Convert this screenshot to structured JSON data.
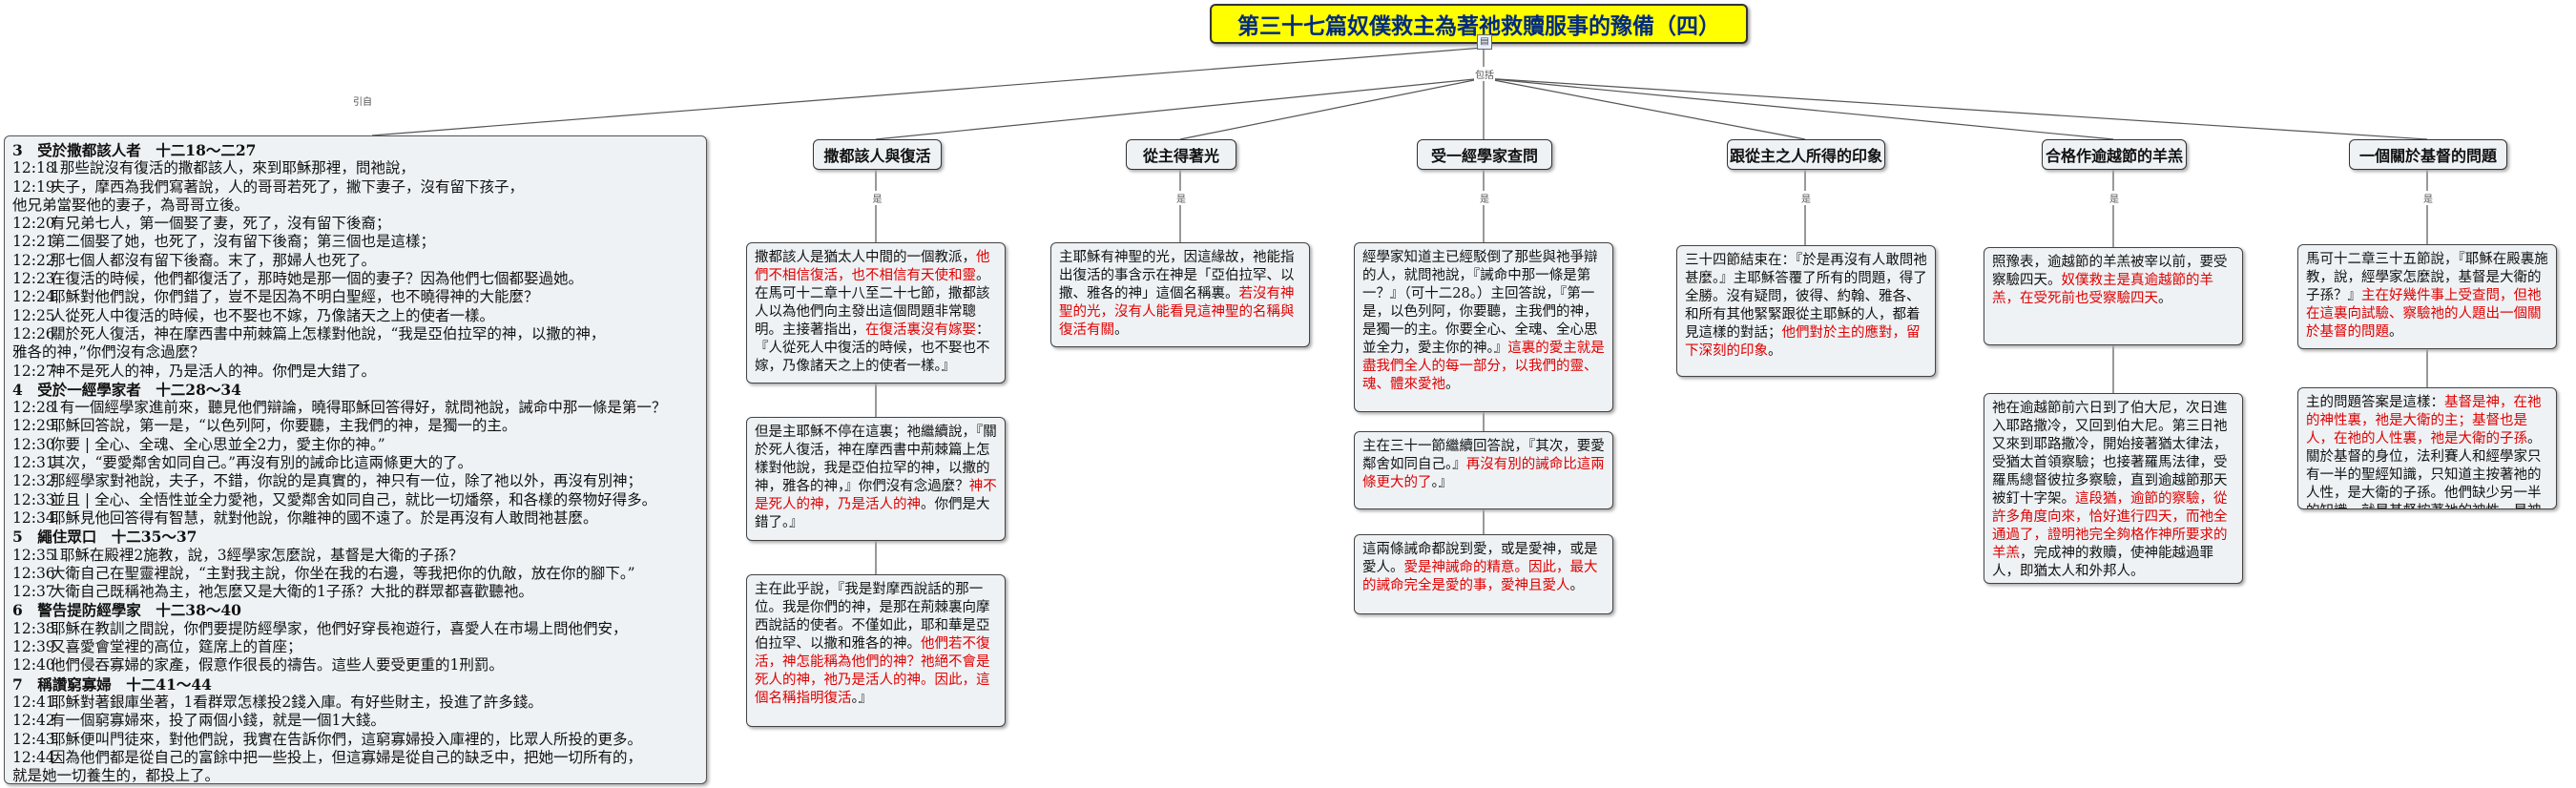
{
  "title": "第三十七篇奴僕救主為著祂救贖服事的豫備（四）",
  "root_icon": "note-icon",
  "tags": {
    "left": "引自",
    "center": "包括",
    "topic": "是"
  },
  "left_box": {
    "lines": [
      {
        "h": "3　受於撒都該人者　十二18～二27"
      },
      {
        "r": "12:18",
        "t": "1那些說沒有復活的撒都該人，來到耶穌那裡，問祂說，"
      },
      {
        "r": "12:19",
        "t": "夫子，摩西為我們寫著說，人的哥哥若死了，撇下妻子，沒有留下孩子，"
      },
      {
        "t": "他兄弟當娶他的妻子，為哥哥立後。"
      },
      {
        "r": "12:20",
        "t": "有兄弟七人，第一個娶了妻，死了，沒有留下後裔；"
      },
      {
        "r": "12:21",
        "t": "第二個娶了她，也死了，沒有留下後裔；第三個也是這樣；"
      },
      {
        "r": "12:22",
        "t": "那七個人都沒有留下後裔。末了，那婦人也死了。"
      },
      {
        "r": "12:23",
        "t": "在復活的時候，他們都復活了，那時她是那一個的妻子？因為他們七個都娶過她。"
      },
      {
        "r": "12:24",
        "t": "耶穌對他們說，你們錯了，豈不是因為不明白聖經，也不曉得神的大能麼？"
      },
      {
        "r": "12:25",
        "t": "人從死人中復活的時候，也不娶也不嫁，乃像諸天之上的使者一樣。"
      },
      {
        "r": "12:26",
        "t": "關於死人復活，神在摩西書中荊棘篇上怎樣對他說，“我是亞伯拉罕的神，以撒的神，"
      },
      {
        "t": "雅各的神，”你們沒有念過麼？"
      },
      {
        "r": "12:27",
        "t": "神不是死人的神，乃是活人的神。你們是大錯了。"
      },
      {
        "h": "4　受於一經學家者　十二28～34"
      },
      {
        "r": "12:28",
        "t": "1有一個經學家進前來，聽見他們辯論，曉得耶穌回答得好，就問祂說，誡命中那一條是第一？"
      },
      {
        "r": "12:29",
        "t": "耶穌回答說，第一是，“以色列阿，你要聽，主我們的神，是獨一的主。"
      },
      {
        "r": "12:30",
        "t": "你要 | 全心、全魂、全心思並全2力，愛主你的神。”"
      },
      {
        "r": "12:31",
        "t": "其次，“要愛鄰舍如同自己。”再沒有別的誡命比這兩條更大的了。"
      },
      {
        "r": "12:32",
        "t": "那經學家對祂說，夫子，不錯，你說的是真實的，神只有一位，除了祂以外，再沒有別神；"
      },
      {
        "r": "12:33",
        "t": "並且 | 全心、全悟性並全力愛祂，又愛鄰舍如同自己，就比一切燔祭，和各樣的祭物好得多。"
      },
      {
        "r": "12:34",
        "t": "耶穌見他回答得有智慧，就對他說，你離神的國不遠了。於是再沒有人敢問祂甚麼。"
      },
      {
        "h": "5　繩住眾口　十二35～37"
      },
      {
        "r": "12:35",
        "t": "1耶穌在殿裡2施教，說，3經學家怎麼說，基督是大衛的子孫？"
      },
      {
        "r": "12:36",
        "t": "大衛自己在聖靈裡說，“主對我主說，你坐在我的右邊，等我把你的仇敵，放在你的腳下。”"
      },
      {
        "r": "12:37",
        "t": "大衛自己既稱祂為主，祂怎麼又是大衛的1子孫？大批的群眾都喜歡聽祂。"
      },
      {
        "h": "6　警告提防經學家　十二38～40"
      },
      {
        "r": "12:38",
        "t": "耶穌在教訓之間說，你們要提防經學家，他們好穿長袍遊行，喜愛人在市場上問他們安，"
      },
      {
        "r": "12:39",
        "t": "又喜愛會堂裡的高位，筵席上的首座；"
      },
      {
        "r": "12:40",
        "t": "他們侵吞寡婦的家產，假意作很長的禱告。這些人要受更重的1刑罰。"
      },
      {
        "h": "7　稱讚窮寡婦　十二41～44"
      },
      {
        "r": "12:41",
        "t": "耶穌對著銀庫坐著，1看群眾怎樣投2錢入庫。有好些財主，投進了許多錢。"
      },
      {
        "r": "12:42",
        "t": "有一個窮寡婦來，投了兩個小錢，就是一個1大錢。"
      },
      {
        "r": "12:43",
        "t": "耶穌便叫門徒來，對他們說，我實在告訴你們，這窮寡婦投入庫裡的，比眾人所投的更多。"
      },
      {
        "r": "12:44",
        "t": "因為他們都是從自己的富餘中把一些投上，但這寡婦是從自己的缺乏中，把她一切所有的，"
      },
      {
        "t": "就是她一切養生的，都投上了。"
      }
    ]
  },
  "topics": [
    {
      "label": "撒都該人與復活",
      "notes": [
        [
          {
            "t": "撒都該人是猶太人中間的一個教派，"
          },
          {
            "t": "他們不相信復活，也不相信有天使和靈",
            "red": true
          },
          {
            "t": "。在馬可十二章十八至二十七節，撒都該人以為他們向主發出這個問題非常聰明。主接著指出，"
          },
          {
            "t": "在復活裏沒有嫁娶",
            "red": true
          },
          {
            "t": "：『人從死人中復活的時候，也不娶也不嫁，乃像諸天之上的使者一樣。』"
          }
        ],
        [
          {
            "t": "但是主耶穌不停在這裏；祂繼續說，『關於死人復活，神在摩西書中荊棘篇上怎樣對他說，我是亞伯拉罕的神，以撒的神，雅各的神，』你們沒有念過麼？"
          },
          {
            "t": "神不是死人的神，乃是活人的神",
            "red": true
          },
          {
            "t": "。你們是大錯了。』"
          }
        ],
        [
          {
            "t": "主在此乎說，『我是對摩西說話的那一位。我是你們的神，是那在荊棘裏向摩西說話的使者。不僅如此，耶和華是亞伯拉罕、以撒和雅各的神。"
          },
          {
            "t": "他們若不復活，神怎能稱為他們的神？祂絕不會是死人的神，祂乃是活人的神。因此，這個名稱指明復活",
            "red": true
          },
          {
            "t": "。』"
          }
        ]
      ]
    },
    {
      "label": "從主得著光",
      "notes": [
        [
          {
            "t": "主耶穌有神聖的光，因這緣故，祂能指出復活的事含示在神是「亞伯拉罕、以撒、雅各的神」這個名稱裏。"
          },
          {
            "t": "若沒有神聖的光，沒有人能看見這神聖的名稱與復活有關",
            "red": true
          },
          {
            "t": "。"
          }
        ]
      ]
    },
    {
      "label": "受一經學家查問",
      "notes": [
        [
          {
            "t": "經學家知道主已經駁倒了那些與祂爭辯的人，就問祂說，『誡命中那一條是第一？』（可十二28。）主回答說，『第一是，以色列阿，你要聽，主我們的神，是獨一的主。你要全心、全魂、全心思並全力，愛主你的神。』"
          },
          {
            "t": "這裏的愛主就是盡我們全人的每一部分，以我們的靈、魂、體來愛祂",
            "red": true
          },
          {
            "t": "。"
          }
        ],
        [
          {
            "t": "主在三十一節繼續回答說，『其次，要愛鄰舍如同自己。』"
          },
          {
            "t": "再沒有別的誡命比這兩條更大的了",
            "red": true
          },
          {
            "t": "。』"
          }
        ],
        [
          {
            "t": "這兩條誡命都說到愛，或是愛神，或是愛人。"
          },
          {
            "t": "愛是神誡命的精意。因此，最大的誡命完全是愛的事，愛神且愛人",
            "red": true
          },
          {
            "t": "。"
          }
        ]
      ]
    },
    {
      "label": "跟從主之人所得的印象",
      "notes": [
        [
          {
            "t": "三十四節結束在：『於是再沒有人敢問祂甚麼。』主耶穌答覆了所有的問題，得了全勝。沒有疑問，彼得、約翰、雅各、和所有其他緊緊跟從主耶穌的人，都着見這樣的對話；"
          },
          {
            "t": "他們對於主的應對，留下深刻的印象",
            "red": true
          },
          {
            "t": "。"
          }
        ]
      ]
    },
    {
      "label": "合格作逾越節的羊羔",
      "notes": [
        [
          {
            "t": "照豫表，逾越節的羊羔被宰以前，要受察驗四天。"
          },
          {
            "t": "奴僕救主是真逾越節的羊羔，在受死前也受察驗四天",
            "red": true
          },
          {
            "t": "。"
          }
        ],
        [
          {
            "t": "祂在逾越節前六日到了伯大尼，次日進入耶路撒冷，又回到伯大尼。第三日祂又來到耶路撒冷，開始接著猶太律法，受猶太首領察驗；也接著羅馬法律，受羅馬總督彼拉多察驗，直到逾越節那天被釘十字架。"
          },
          {
            "t": "這段猶，逾節的察驗，從許多角度向來，恰好進行四天，而祂全通過了，證明祂完全夠格作神所要求的羊羔",
            "red": true
          },
          {
            "t": "，完成神的救贖，使神能越過罪人，即猶太人和外邦人。"
          }
        ]
      ]
    },
    {
      "label": "一個關於基督的問題",
      "notes": [
        [
          {
            "t": "馬可十二章三十五節說，『耶穌在殿裏施教，說，經學家怎麼說，基督是大衛的子孫？』"
          },
          {
            "t": "主在好幾件事上受查問，但祂在這裏向試驗、察驗祂的人題出一個關於基督的問題",
            "red": true
          },
          {
            "t": "。"
          }
        ],
        [
          {
            "t": "主的問題答案是這樣："
          },
          {
            "t": "基督是神，在祂的神性裏，祂是大衛的主；基督也是人，在祂的人性裏，祂是大衛的子孫",
            "red": true
          },
          {
            "t": "。關於基督的身位，法利賽人和經學家只有一半的聖經知識，只知道主按著祂的人性，是大衛的子孫。他們缺少另一半的知識，就是基督按著祂的神性，是神的兒子。"
          }
        ]
      ]
    }
  ]
}
